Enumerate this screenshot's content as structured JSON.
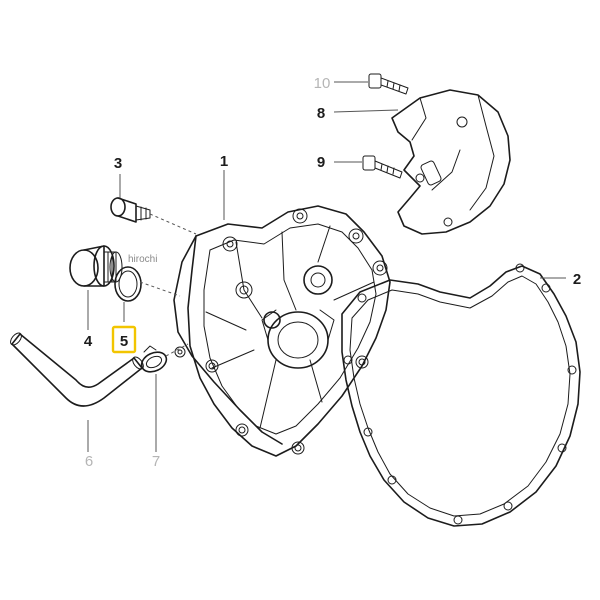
{
  "diagram": {
    "callouts": {
      "c1": "1",
      "c2": "2",
      "c3": "3",
      "c4": "4",
      "c5": "5",
      "c6": "6",
      "c7": "7",
      "c8": "8",
      "c9": "9",
      "c10": "10"
    },
    "highlight": {
      "part": "5",
      "color": "#f2c500"
    },
    "watermark": "hirochi",
    "colors": {
      "ink": "#1c1c1c",
      "grey_callout": "#b5b5b5",
      "cover_fill": "#f0efea",
      "housing_fill": "#eeeeee"
    }
  }
}
